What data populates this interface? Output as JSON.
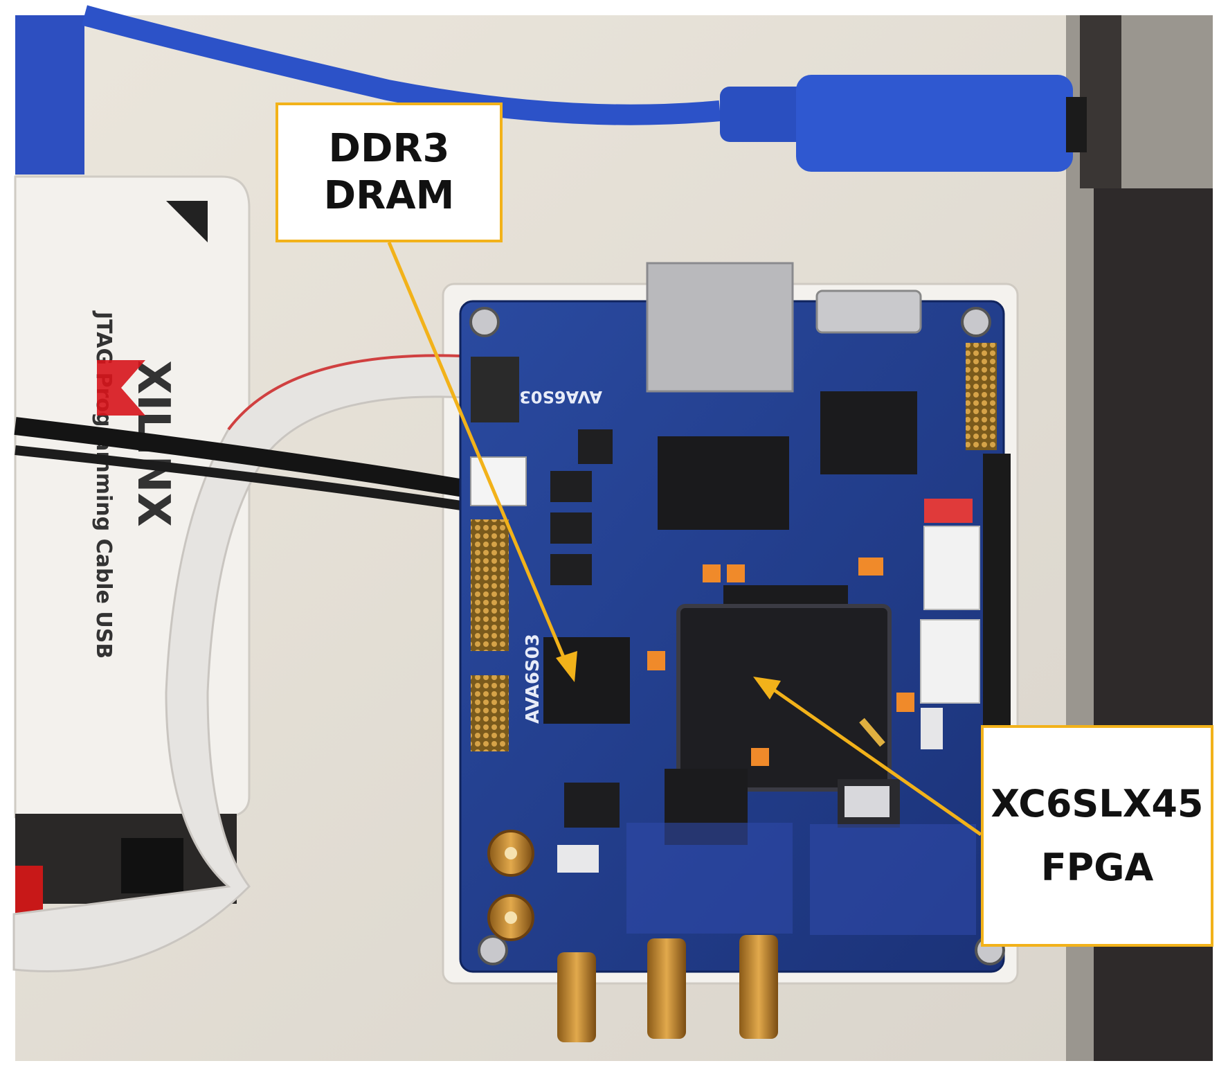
{
  "colors": {
    "background": "#ffffff",
    "callout_border": "#f2b21a",
    "arrow": "#f2b21a",
    "pcb": "#233f8e",
    "usb_cable": "#2c52c8"
  },
  "photo": {
    "board_silkscreen": [
      "AVA6S03",
      "AVA6S03"
    ],
    "programmer_brand": "XILINX",
    "programmer_label": "JTAG Programming Cable USB"
  },
  "callouts": {
    "ddr3": {
      "line1": "DDR3",
      "line2": "DRAM"
    },
    "fpga": {
      "line1": "XC6SLX45",
      "line2": "FPGA"
    }
  }
}
